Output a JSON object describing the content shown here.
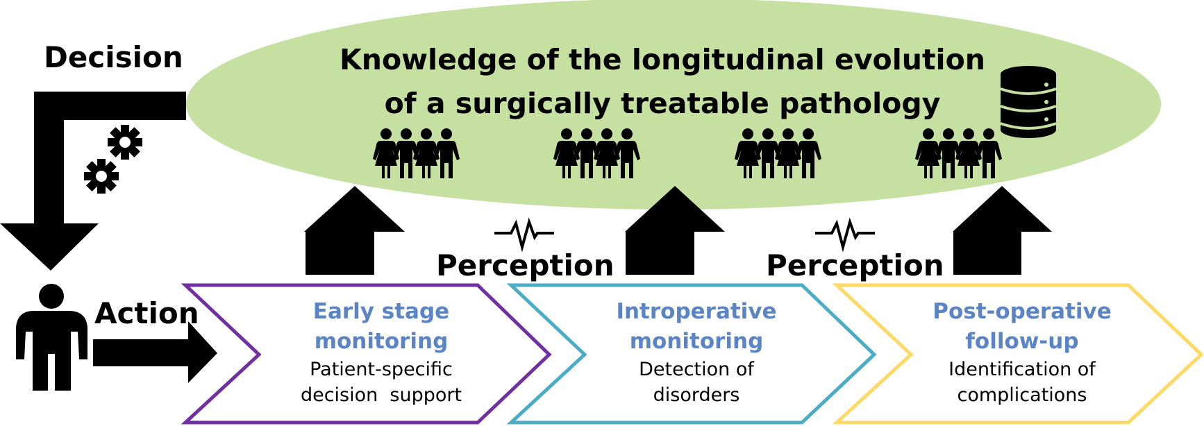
{
  "title_line1": "Knowledge of the longitudinal evolution",
  "title_line2": "of a surgically treatable pathology",
  "labels": {
    "decision": "Decision",
    "action": "Action",
    "perception1": "Perception",
    "perception2": "Perception"
  },
  "stages": [
    {
      "title1": "Early stage",
      "title2": "monitoring",
      "desc1": "Patient-specific",
      "desc2": "decision  support",
      "color": "#7030a0"
    },
    {
      "title1": "Introperative",
      "title2": "monitoring",
      "desc1": "Detection of",
      "desc2": "disorders",
      "color": "#4bacc6"
    },
    {
      "title1": "Post-operative",
      "title2": "follow-up",
      "desc1": "Identification of",
      "desc2": "complications",
      "color": "#ffd966"
    }
  ],
  "colors": {
    "ellipse_fill": "#c5e0a0",
    "stage_title": "#5b84c4",
    "arrows": "#000000"
  },
  "icons": [
    "gears-icon",
    "person-icon",
    "database-icon",
    "people-group-icon",
    "heartbeat-icon"
  ]
}
